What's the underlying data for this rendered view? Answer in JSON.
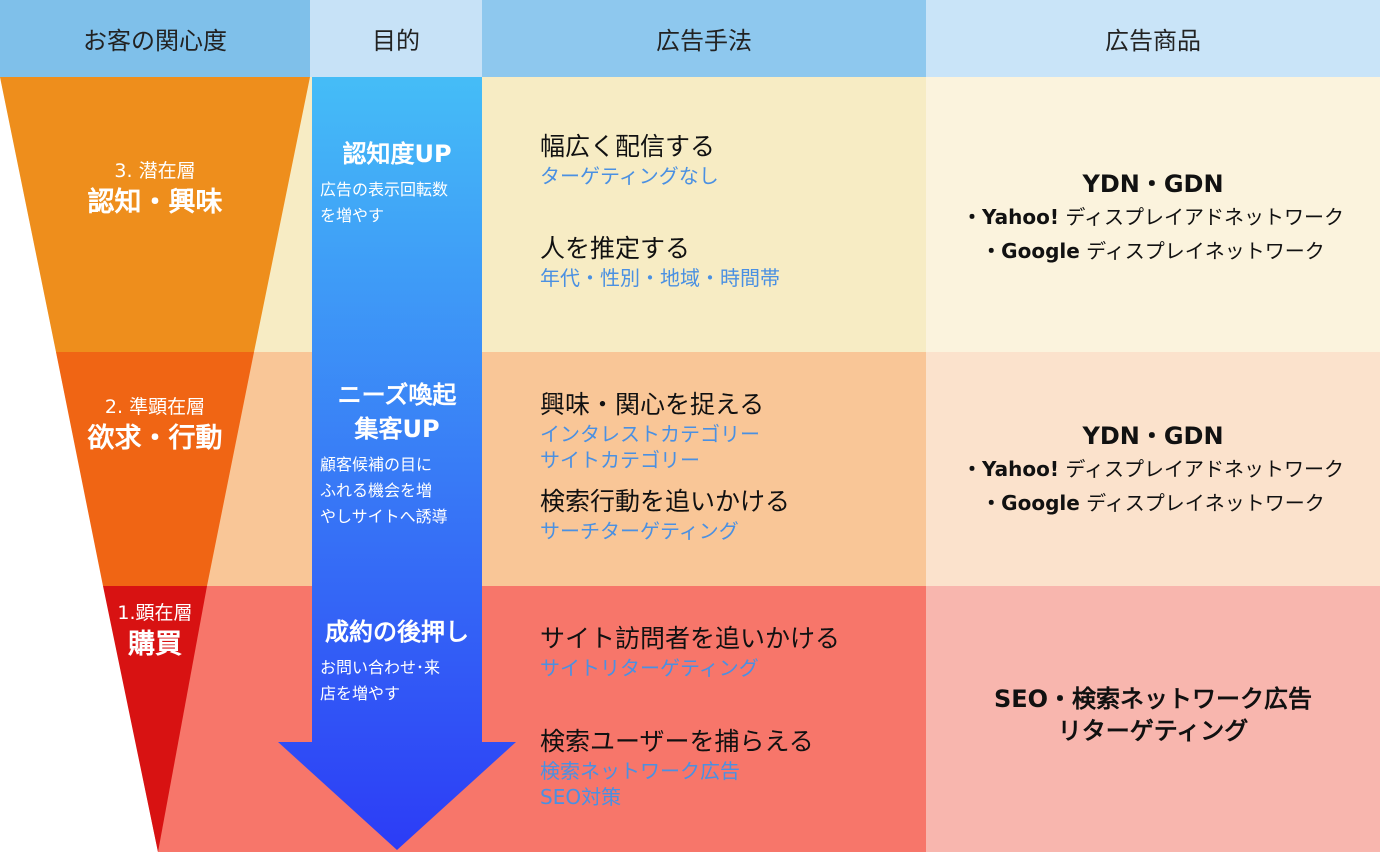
{
  "headers": [
    "お客の関心度",
    "目的",
    "広告手法",
    "広告商品"
  ],
  "colors": {
    "header_left": "#7fc0ea",
    "header_purpose": "#c7e2f7",
    "header_method": "#8ec8ee",
    "header_product": "#c9e4f8",
    "row1_bg": "#f7ecc4",
    "row1_product_bg": "#fbf3dd",
    "row2_bg": "#f9c697",
    "row2_product_bg": "#fbe2cc",
    "row3_bg": "#f7766a",
    "row3_product_bg": "#f8b6ae",
    "funnel1": "#ee8e1c",
    "funnel2": "#f06514",
    "funnel3": "#d81212",
    "arrow_top": "#45bdf7",
    "arrow_bottom": "#2c3cf6",
    "subtext_blue": "#4a90e2"
  },
  "levels": [
    {
      "num": "3. 潜在層",
      "label": "認知・興味"
    },
    {
      "num": "2. 準顕在層",
      "label": "欲求・行動"
    },
    {
      "num": "1.顕在層",
      "label": "購買"
    }
  ],
  "purposes": [
    {
      "title": "認知度UP",
      "desc": "広告の表示回転数\nを増やす"
    },
    {
      "title": "ニーズ喚起\n集客UP",
      "desc": "顧客候補の目に\nふれる機会を増\nやしサイトへ誘導"
    },
    {
      "title": "成約の後押し",
      "desc": "お問い合わせ･来\n店を増やす"
    }
  ],
  "methods": [
    {
      "title": "幅広く配信する",
      "sub": "ターゲティングなし"
    },
    {
      "title": "人を推定する",
      "sub": "年代・性別・地域・時間帯"
    },
    {
      "title": "興味・関心を捉える",
      "sub": "インタレストカテゴリー\nサイトカテゴリー"
    },
    {
      "title": "検索行動を追いかける",
      "sub": "サーチターゲティング"
    },
    {
      "title": "サイト訪問者を追いかける",
      "sub": "サイトリターゲティング"
    },
    {
      "title": "検索ユーザーを捕らえる",
      "sub": "検索ネットワーク広告\nSEO対策"
    }
  ],
  "products": [
    {
      "title": "YDN・GDN",
      "lines": [
        {
          "b": "・Yahoo!",
          "t": " ディスプレイアドネットワーク"
        },
        {
          "b": "・Google",
          "t": " ディスプレイネットワーク"
        }
      ]
    },
    {
      "title": "YDN・GDN",
      "lines": [
        {
          "b": "・Yahoo!",
          "t": " ディスプレイアドネットワーク"
        },
        {
          "b": "・Google",
          "t": " ディスプレイネットワーク"
        }
      ]
    },
    {
      "title": "SEO・検索ネットワーク広告",
      "title2": "リターゲティング"
    }
  ]
}
